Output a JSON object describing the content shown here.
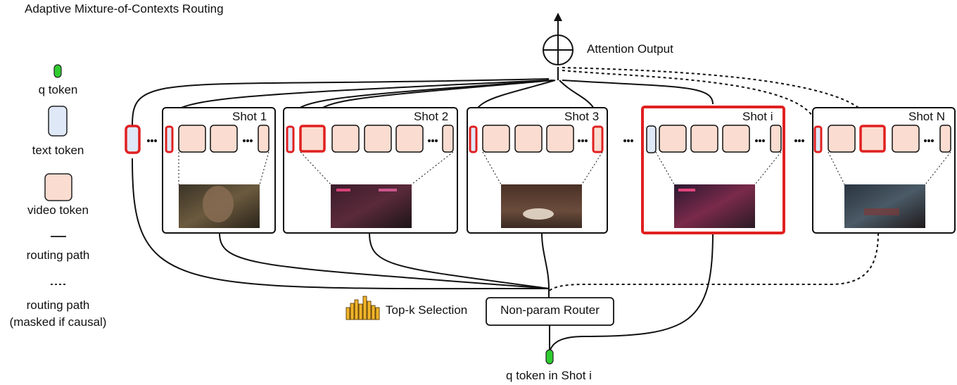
{
  "title": "Adaptive Mixture-of-Contexts Routing",
  "legend": {
    "q_token": "q token",
    "text_token": "text token",
    "video_token": "video token",
    "routing_path": "routing path",
    "routing_path_masked_1": "routing path",
    "routing_path_masked_2": "(masked if causal)"
  },
  "output_label": "Attention Output",
  "router_label": "Non-param Router",
  "topk_label": "Top-k Selection",
  "q_bottom_label": "q token in Shot i",
  "shots": [
    {
      "label": "Shot 1"
    },
    {
      "label": "Shot 2"
    },
    {
      "label": "Shot 3"
    },
    {
      "label": "Shot i"
    },
    {
      "label": "Shot N"
    }
  ],
  "colors": {
    "selected_red": "#e02020",
    "q_green": "#2ecc2e",
    "text_blue": "#dfe8f6",
    "video_peach": "#fadcd0",
    "frame_dark": "#222222"
  }
}
